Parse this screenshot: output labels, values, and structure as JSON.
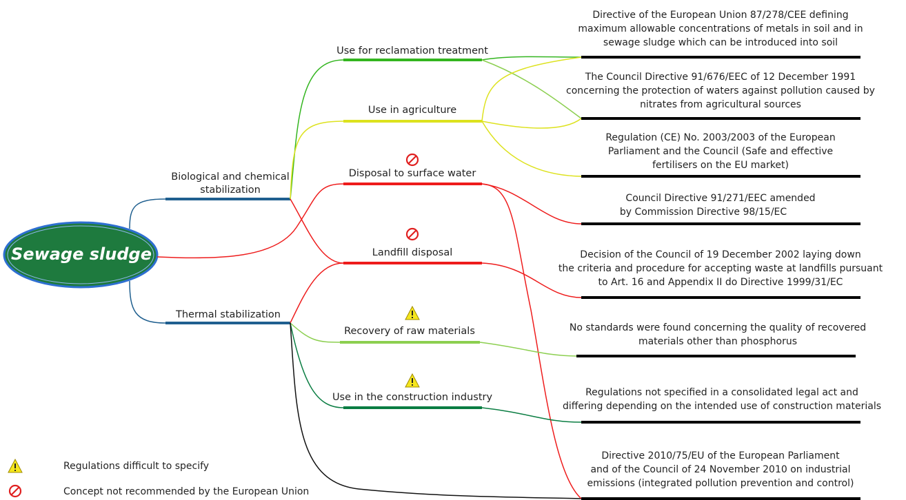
{
  "root": {
    "label": "Sewage sludge",
    "fill": "#1e7a3e",
    "border": "#2e6fd1"
  },
  "branches": {
    "biological": "Biological and chemical stabilization",
    "thermal": "Thermal stabilization"
  },
  "nodes": {
    "reclamation": "Use for reclamation treatment",
    "agriculture": "Use in agriculture",
    "surface_water": "Disposal to surface water",
    "landfill": "Landfill disposal",
    "raw_materials": "Recovery of raw materials",
    "construction": "Use in the construction industry"
  },
  "regulations": {
    "r1": [
      "Directive of the European Union 87/278/CEE defining",
      "maximum allowable concentrations of metals in soil and in",
      "sewage sludge which can be introduced into soil"
    ],
    "r2": [
      "The Council Directive 91/676/EEC of 12 December 1991",
      "concerning the protection of waters against pollution caused by",
      "nitrates from agricultural sources"
    ],
    "r3": [
      "Regulation (CE) No. 2003/2003 of the European",
      "Parliament and the Council (Safe and effective",
      "fertilisers on the EU market)"
    ],
    "r4": [
      "Council Directive 91/271/EEC amended",
      "by Commission Directive 98/15/EC"
    ],
    "r5": [
      "Decision of the Council of 19 December 2002 laying down",
      "the criteria and procedure for accepting waste at landfills pursuant",
      "to Art. 16 and Appendix II do Directive 1999/31/EC"
    ],
    "r6": [
      "No standards were found concerning the quality of recovered",
      "materials other than phosphorus"
    ],
    "r7": [
      "Regulations not specified in a consolidated legal act and",
      "differing depending on the intended use of construction materials"
    ],
    "r8": [
      "Directive 2010/75/EU of the European Parliament",
      "and of the Council of 24 November 2010 on industrial",
      "emissions (integrated pollution prevention and control)"
    ]
  },
  "legend": {
    "warning": "Regulations difficult to specify",
    "prohibited": "Concept not recommended by the European Union"
  },
  "colors": {
    "stabilization": "#1f5f8f",
    "reclamation": "#33b51f",
    "agriculture": "#dde21e",
    "disposal": "#ee1c1c",
    "raw_materials": "#8ccf50",
    "construction": "#0a7d42",
    "thermal_connector": "#111111",
    "regulation_bar": "#000000",
    "warning_fill": "#f5e61d",
    "prohibited": "#e02020"
  },
  "icons": {
    "warning": "warning-icon",
    "prohibited": "prohibited-icon"
  }
}
